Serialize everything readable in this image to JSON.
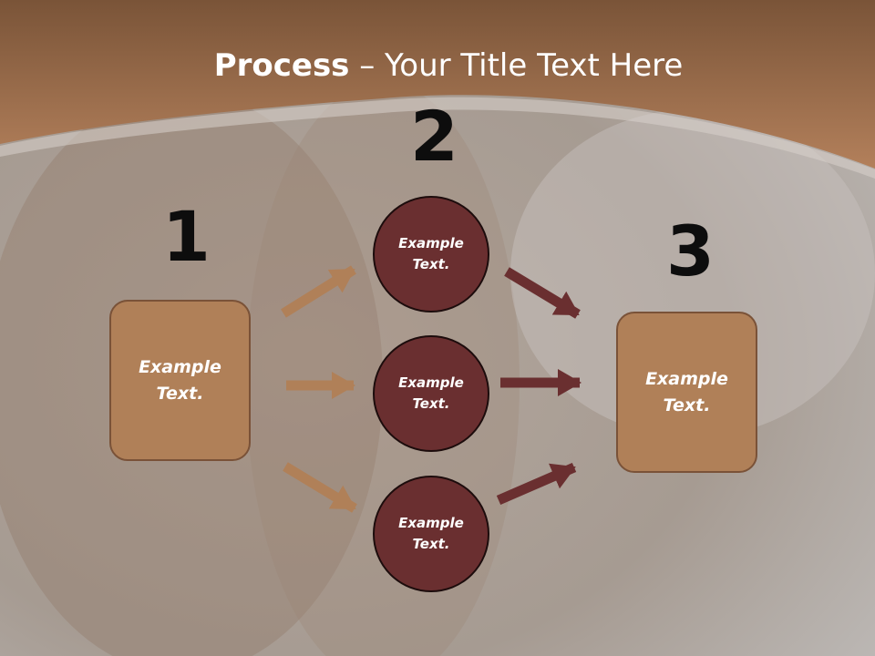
{
  "slide": {
    "title_bold": "Process",
    "title_rest": " – Your Title Text Here"
  },
  "steps": {
    "one": {
      "number": "1",
      "text": "Example\nText."
    },
    "two": {
      "number": "2",
      "items": [
        {
          "text": "Example\nText."
        },
        {
          "text": "Example\nText."
        },
        {
          "text": "Example\nText."
        }
      ]
    },
    "three": {
      "number": "3",
      "text": "Example\nText."
    }
  },
  "colors": {
    "header": "#9a6a47",
    "box_fill": "#b08058",
    "circle_fill": "#6a2f30",
    "arrow_light": "#b08058",
    "arrow_dark": "#6a2f30"
  }
}
